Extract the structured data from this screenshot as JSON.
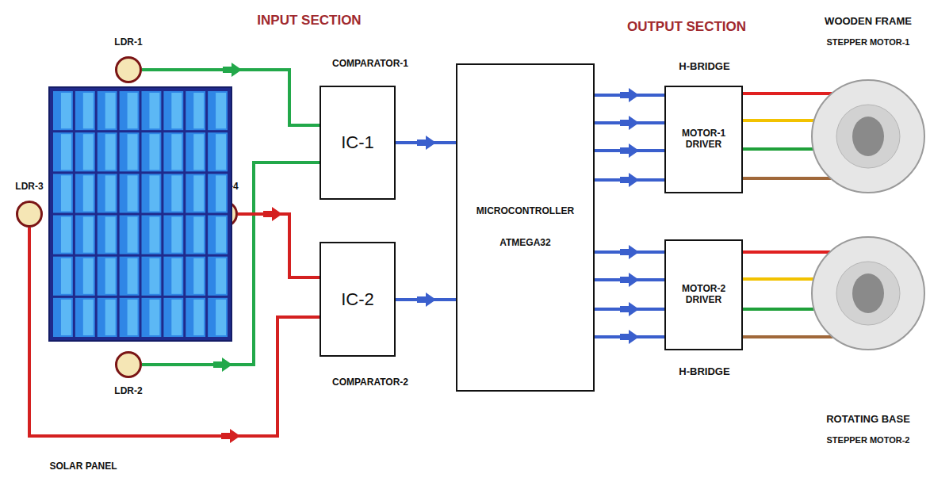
{
  "diagram": {
    "nodes": [
      {
        "text": [
          "LDR-1"
        ]
      },
      {
        "text": [
          "LDR-3"
        ]
      },
      {
        "text": [
          "LDR-4"
        ]
      },
      {
        "text": [
          "LDR-2"
        ]
      },
      {
        "text": [
          "SOLAR PANEL"
        ]
      },
      {
        "text": [
          "COMPARATOR-1",
          "IC-1"
        ]
      },
      {
        "text": [
          "IC-2",
          "COMPARATOR-2"
        ]
      },
      {
        "text": [
          "MICROCONTROLLER",
          "ATMEGA32"
        ]
      },
      {
        "text": [
          "H-BRIDGE",
          "MOTOR-1 DRIVER"
        ]
      },
      {
        "text": [
          "MOTOR-2 DRIVER",
          "H-BRIDGE"
        ]
      },
      {
        "text": [
          "WOODEN FRAME",
          "STEPPER MOTOR-1"
        ]
      },
      {
        "text": [
          "ROTATING BASE",
          "STEPPER MOTOR-2"
        ]
      }
    ],
    "edges": [
      {
        "from": 0,
        "to": 5,
        "arrow": "to"
      },
      {
        "from": 3,
        "to": 5,
        "arrow": "to"
      },
      {
        "from": 2,
        "to": 6,
        "arrow": "to"
      },
      {
        "from": 1,
        "to": 6,
        "arrow": "to"
      },
      {
        "from": 5,
        "to": 7,
        "arrow": "to"
      },
      {
        "from": 6,
        "to": 7,
        "arrow": "to"
      },
      {
        "from": 7,
        "to": 8,
        "arrow": "to"
      },
      {
        "from": 7,
        "to": 8,
        "arrow": "to"
      },
      {
        "from": 7,
        "to": 8,
        "arrow": "to"
      },
      {
        "from": 7,
        "to": 8,
        "arrow": "to"
      },
      {
        "from": 7,
        "to": 9,
        "arrow": "to"
      },
      {
        "from": 7,
        "to": 9,
        "arrow": "to"
      },
      {
        "from": 7,
        "to": 9,
        "arrow": "to"
      },
      {
        "from": 7,
        "to": 9,
        "arrow": "to"
      },
      {
        "from": 8,
        "to": 10,
        "arrow": "none"
      },
      {
        "from": 8,
        "to": 10,
        "arrow": "none"
      },
      {
        "from": 8,
        "to": 10,
        "arrow": "none"
      },
      {
        "from": 8,
        "to": 10,
        "arrow": "none"
      },
      {
        "from": 9,
        "to": 11,
        "arrow": "none"
      },
      {
        "from": 9,
        "to": 11,
        "arrow": "none"
      },
      {
        "from": 9,
        "to": 11,
        "arrow": "none"
      },
      {
        "from": 9,
        "to": 11,
        "arrow": "none"
      }
    ],
    "labels": [
      "INPUT SECTION",
      "OUTPUT SECTION"
    ]
  }
}
